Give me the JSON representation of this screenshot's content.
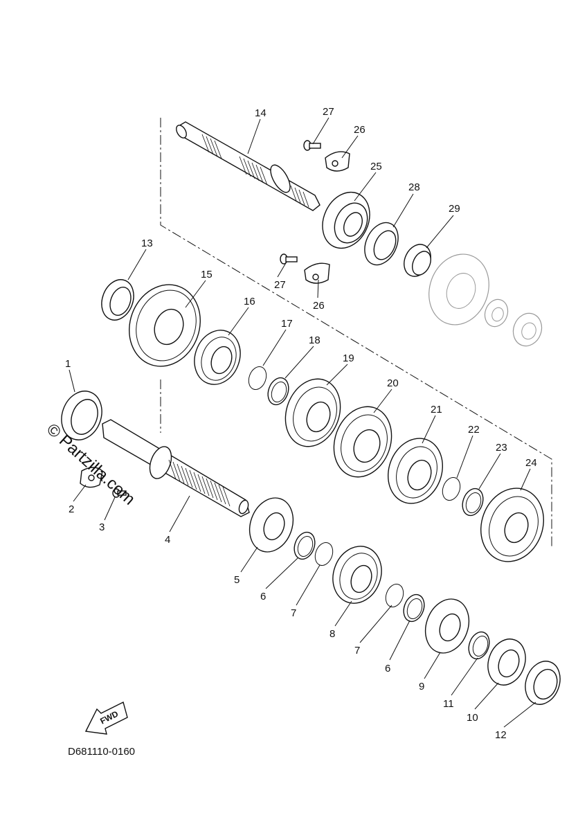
{
  "diagram": {
    "code": "D681110-0160",
    "watermark": "© Partzilla.com",
    "fwd_label": "FWD",
    "callouts": {
      "c1": "1",
      "c2": "2",
      "c3": "3",
      "c4": "4",
      "c5": "5",
      "c6a": "6",
      "c6b": "6",
      "c7a": "7",
      "c7b": "7",
      "c8": "8",
      "c9": "9",
      "c10": "10",
      "c11": "11",
      "c12": "12",
      "c13": "13",
      "c14": "14",
      "c15": "15",
      "c16": "16",
      "c17": "17",
      "c18": "18",
      "c19": "19",
      "c20": "20",
      "c21": "21",
      "c22": "22",
      "c23": "23",
      "c24": "24",
      "c25": "25",
      "c26a": "26",
      "c26b": "26",
      "c27a": "27",
      "c27b": "27",
      "c28": "28",
      "c29": "29"
    }
  }
}
